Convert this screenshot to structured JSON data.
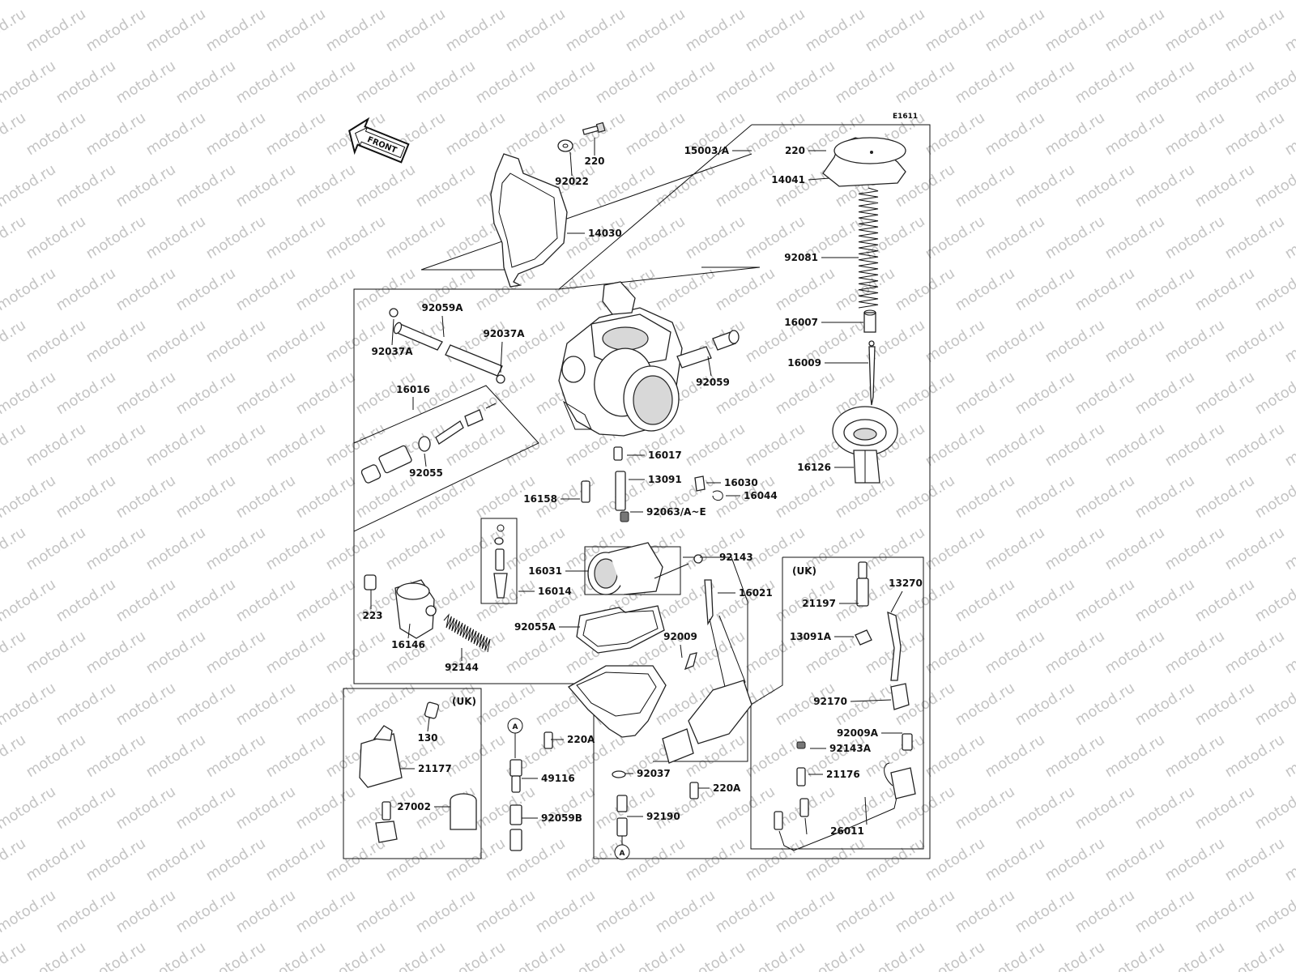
{
  "diagram": {
    "code": "E1611",
    "watermark": "motod.ru",
    "front_arrow": "FRONT",
    "region_uk_right": "(UK)",
    "region_uk_left": "(UK)",
    "ref_a": "A"
  },
  "labels": [
    {
      "id": "220-top",
      "text": "220"
    },
    {
      "id": "92022",
      "text": "92022"
    },
    {
      "id": "14030",
      "text": "14030"
    },
    {
      "id": "15003A",
      "text": "15003/A"
    },
    {
      "id": "220-cap",
      "text": "220"
    },
    {
      "id": "14041",
      "text": "14041"
    },
    {
      "id": "92081",
      "text": "92081"
    },
    {
      "id": "16007",
      "text": "16007"
    },
    {
      "id": "16009",
      "text": "16009"
    },
    {
      "id": "16126",
      "text": "16126"
    },
    {
      "id": "92059A",
      "text": "92059A"
    },
    {
      "id": "92037A-1",
      "text": "92037A"
    },
    {
      "id": "92037A-2",
      "text": "92037A"
    },
    {
      "id": "92059",
      "text": "92059"
    },
    {
      "id": "16016",
      "text": "16016"
    },
    {
      "id": "92055",
      "text": "92055"
    },
    {
      "id": "16017",
      "text": "16017"
    },
    {
      "id": "13091",
      "text": "13091"
    },
    {
      "id": "16030",
      "text": "16030"
    },
    {
      "id": "16044",
      "text": "16044"
    },
    {
      "id": "16158",
      "text": "16158"
    },
    {
      "id": "92063AE",
      "text": "92063/A~E"
    },
    {
      "id": "92143",
      "text": "92143"
    },
    {
      "id": "16031",
      "text": "16031"
    },
    {
      "id": "16014",
      "text": "16014"
    },
    {
      "id": "16021",
      "text": "16021"
    },
    {
      "id": "223",
      "text": "223"
    },
    {
      "id": "16146",
      "text": "16146"
    },
    {
      "id": "92144",
      "text": "92144"
    },
    {
      "id": "92055A",
      "text": "92055A"
    },
    {
      "id": "92009",
      "text": "92009"
    },
    {
      "id": "13270",
      "text": "13270"
    },
    {
      "id": "21197",
      "text": "21197"
    },
    {
      "id": "13091A",
      "text": "13091A"
    },
    {
      "id": "92170",
      "text": "92170"
    },
    {
      "id": "92009A",
      "text": "92009A"
    },
    {
      "id": "92143A",
      "text": "92143A"
    },
    {
      "id": "21176",
      "text": "21176"
    },
    {
      "id": "26011",
      "text": "26011"
    },
    {
      "id": "130",
      "text": "130"
    },
    {
      "id": "21177",
      "text": "21177"
    },
    {
      "id": "27002",
      "text": "27002"
    },
    {
      "id": "220A-1",
      "text": "220A"
    },
    {
      "id": "49116",
      "text": "49116"
    },
    {
      "id": "92059B",
      "text": "92059B"
    },
    {
      "id": "92037",
      "text": "92037"
    },
    {
      "id": "220A-2",
      "text": "220A"
    },
    {
      "id": "92190",
      "text": "92190"
    }
  ]
}
